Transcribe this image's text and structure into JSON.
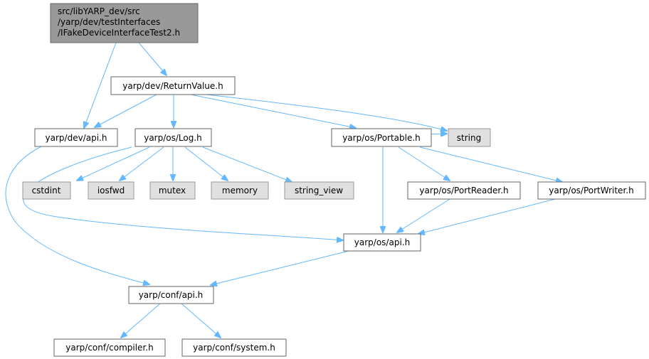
{
  "graph": {
    "nodes": {
      "root_line1": "src/libYARP_dev/src",
      "root_line2": "/yarp/dev/testInterfaces",
      "root_line3": "/IFakeDeviceInterfaceTest2.h",
      "return_value": "yarp/dev/ReturnValue.h",
      "dev_api": "yarp/dev/api.h",
      "os_log": "yarp/os/Log.h",
      "os_portable": "yarp/os/Portable.h",
      "string": "string",
      "cstdint": "cstdint",
      "iosfwd": "iosfwd",
      "mutex": "mutex",
      "memory": "memory",
      "string_view": "string_view",
      "os_port_reader": "yarp/os/PortReader.h",
      "os_port_writer": "yarp/os/PortWriter.h",
      "os_api": "yarp/os/api.h",
      "conf_api": "yarp/conf/api.h",
      "conf_compiler": "yarp/conf/compiler.h",
      "conf_system": "yarp/conf/system.h"
    }
  }
}
